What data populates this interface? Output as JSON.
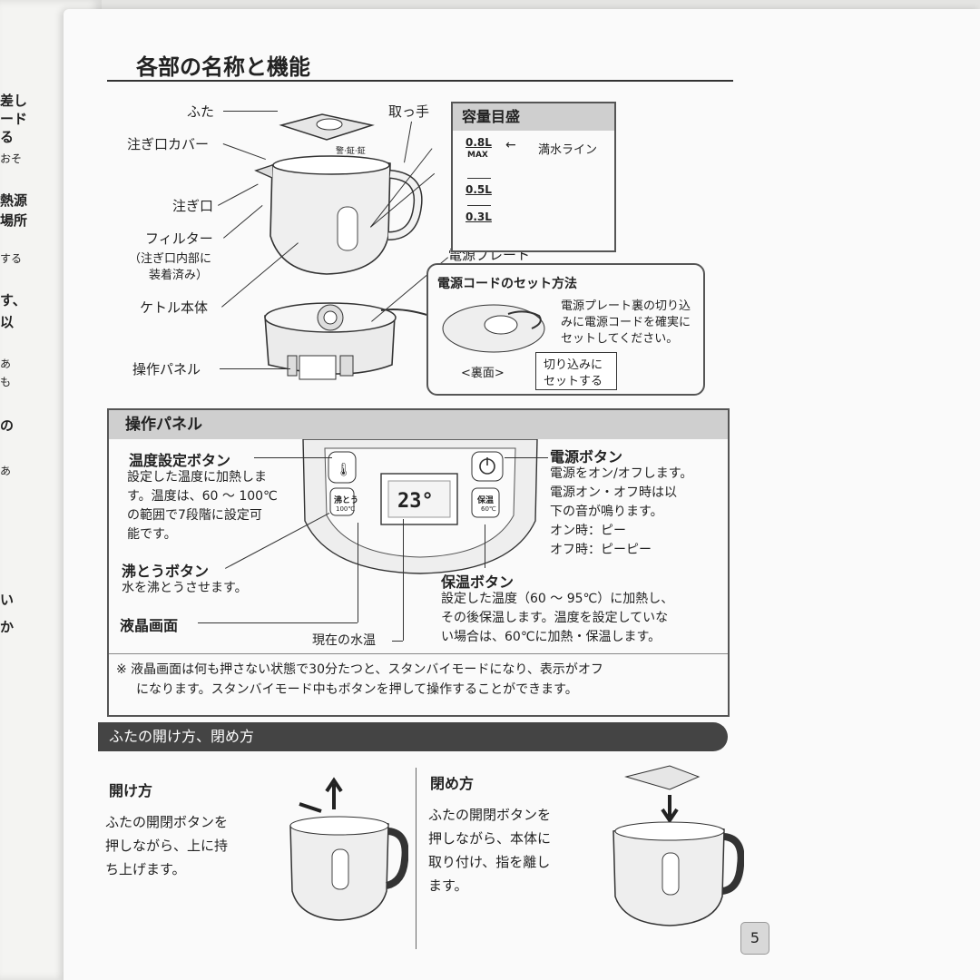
{
  "title": "各部の名称と機能",
  "parts": {
    "lid": "ふた",
    "spout_cover": "注ぎ口カバー",
    "spout": "注ぎ口",
    "filter": "フィルター",
    "filter_note_1": "（注ぎ口内部に",
    "filter_note_2": "装着済み）",
    "body": "ケトル本体",
    "panel": "操作パネル",
    "handle": "取っ手",
    "power_plate": "電源プレート",
    "kettle_mark": "警·鉦·鉦"
  },
  "capacity": {
    "title": "容量目盛",
    "max_value": "0.8L",
    "max_label": "MAX",
    "full_line": "満水ライン",
    "mid": "0.5L",
    "low": "0.3L"
  },
  "cord": {
    "title": "電源コードのセット方法",
    "desc_lines": [
      "電源プレート裏の切り込",
      "みに電源コードを確実に",
      "セットしてください。"
    ],
    "back_label": "<裏面>",
    "callout_lines": [
      "切り込みに",
      "セットする"
    ]
  },
  "panel": {
    "header": "操作パネル",
    "temp_button": {
      "title": "温度設定ボタン",
      "lines": [
        "設定した温度に加熱しま",
        "す。温度は、60 ～ 100℃",
        "の範囲で7段階に設定可",
        "能です。"
      ]
    },
    "boil_button": {
      "title": "沸とうボタン",
      "lines": [
        "水を沸とうさせます。"
      ]
    },
    "lcd": "液晶画面",
    "current_temp": "現在の水温",
    "display_value": "23°",
    "boil_key": "沸とう",
    "boil_key_sub": "100℃",
    "keep_key": "保温",
    "keep_key_sub": "60℃",
    "power_button": {
      "title": "電源ボタン",
      "lines": [
        "電源をオン/オフします。",
        "電源オン・オフ時は以",
        "下の音が鳴ります。",
        "オン時：ピー",
        "オフ時：ピーピー"
      ]
    },
    "keep_warm": {
      "title": "保温ボタン",
      "lines": [
        "設定した温度（60 ～ 95℃）に加熱し、",
        "その後保温します。温度を設定していな",
        "い場合は、60℃に加熱・保温します。"
      ]
    },
    "note_lines": [
      "※ 液晶画面は何も押さない状態で30分たつと、スタンバイモードになり、表示がオフ",
      "になります。スタンバイモード中もボタンを押して操作することができます。"
    ]
  },
  "lid_section": {
    "header": "ふたの開け方、閉め方",
    "open": {
      "title": "開け方",
      "lines": [
        "ふたの開閉ボタンを",
        "押しながら、上に持",
        "ち上げます。"
      ]
    },
    "close": {
      "title": "閉め方",
      "lines": [
        "ふたの開閉ボタンを",
        "押しながら、本体に",
        "取り付け、指を離し",
        "ます。"
      ]
    }
  },
  "page_number": "5",
  "left_page_fragments": [
    "差し",
    "ード",
    "る",
    "おそ",
    "熱源",
    "場所",
    "する",
    "す、",
    "以",
    "あ",
    "も",
    "の",
    "あ",
    "い",
    "か"
  ]
}
